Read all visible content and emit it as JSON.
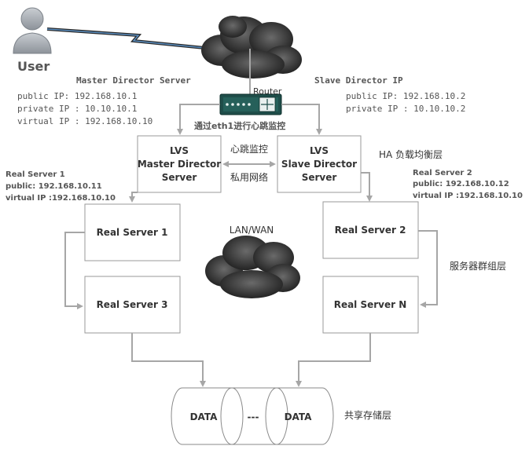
{
  "user": {
    "label": "User"
  },
  "router": {
    "label": "Router"
  },
  "master_info": {
    "title": "Master Director Server",
    "public_ip": "public IP:  192.168.10.1",
    "private_ip": "private IP :  10.10.10.1",
    "virtual_ip": "virtual  IP : 192.168.10.10"
  },
  "slave_info": {
    "title": "Slave Director IP",
    "public_ip": "public IP:  192.168.10.2",
    "private_ip": "private IP :  10.10.10.2"
  },
  "heartbeat_eth1": "通过eth1进行心跳监控",
  "lvs_master": {
    "line1": "LVS",
    "line2": "Master Director",
    "line3": "Server"
  },
  "lvs_slave": {
    "line1": "LVS",
    "line2": "Slave Director",
    "line3": "Server"
  },
  "heartbeat_label": "心跳监控",
  "private_network_label": "私用网络",
  "ha_layer_label": "HA 负载均衡层",
  "rs1_info": {
    "title": "Real Server 1",
    "public": "public:   192.168.10.11",
    "virtual": "virtual IP :192.168.10.10"
  },
  "rs2_info": {
    "title": "Real Server 2",
    "public": "public:    192.168.10.12",
    "virtual": "virtual IP :192.168.10.10"
  },
  "servers": {
    "rs1": "Real Server 1",
    "rs2": "Real Server 2",
    "rs3": "Real Server 3",
    "rsn": "Real Server N"
  },
  "lan_wan_label": "LAN/WAN",
  "server_cluster_label": "服务器群组层",
  "storage": {
    "data1": "DATA",
    "dots": "---",
    "data2": "DATA"
  },
  "shared_storage_label": "共享存储层",
  "colors": {
    "line": "#a6a6a6",
    "box_border": "#9a9a9a",
    "cloud_dark": "#3a3a3a",
    "router": "#1f4e4a",
    "text_gray": "#555555"
  }
}
